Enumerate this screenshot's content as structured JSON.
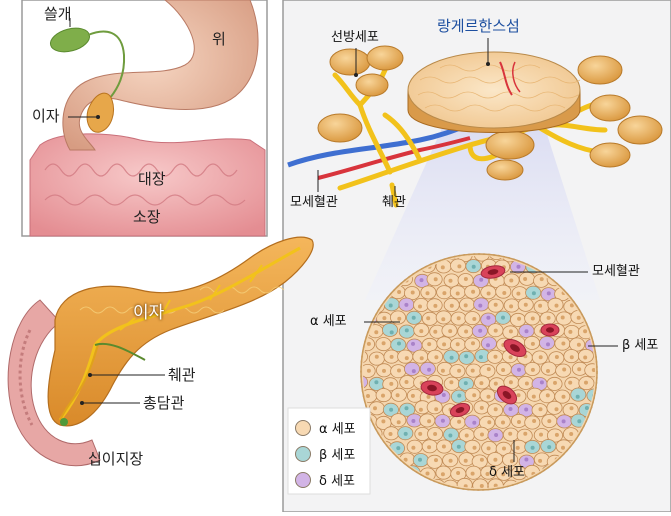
{
  "labels": {
    "gallbladder": "쓸개",
    "stomach": "위",
    "pancreas_top": "이자",
    "large_intestine": "대장",
    "small_intestine": "소장",
    "acinar_cell": "선방세포",
    "islet_of_langerhans": "랑게르한스섬",
    "capillary_top": "모세혈관",
    "pancreatic_duct_top": "췌관",
    "pancreas_main": "이자",
    "pancreatic_duct_main": "췌관",
    "common_bile_duct": "총담관",
    "duodenum": "십이지장",
    "capillary_islet": "모세혈관",
    "alpha_cell": "α 세포",
    "beta_cell": "β 세포",
    "delta_cell": "δ 세포"
  },
  "legend": [
    {
      "label": "α 세포",
      "color": "#f7d9b3"
    },
    {
      "label": "β 세포",
      "color": "#a9d6d6"
    },
    {
      "label": "δ 세포",
      "color": "#d2b4e6"
    }
  ],
  "colors": {
    "panel_border": "#9a9a9a",
    "right_panel_bg": "#f3f3f4",
    "duct": "#f2c21b",
    "tissue": "#e8b36b",
    "artery": "#d8343c",
    "vein": "#3f6fd1"
  }
}
